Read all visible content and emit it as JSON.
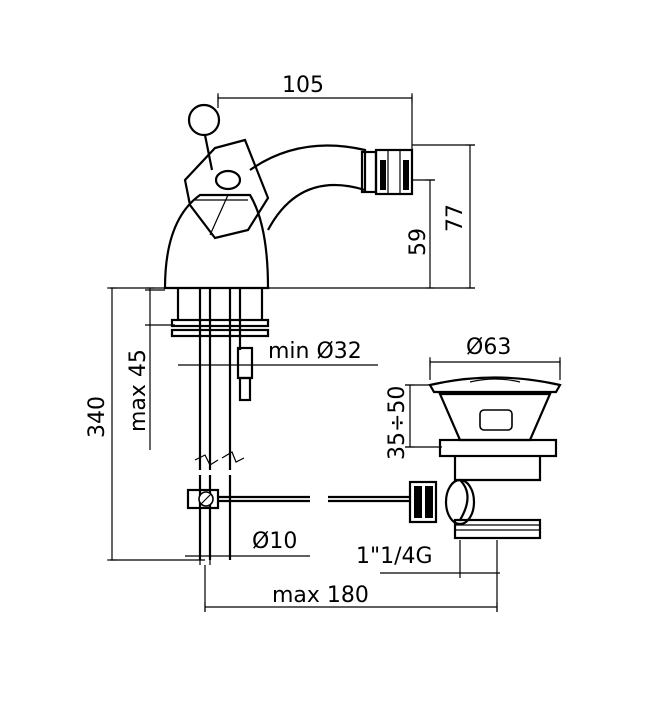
{
  "dimensions": {
    "spout_reach": "105",
    "total_height": "77",
    "outlet_height": "59",
    "hole_min": "min Ø32",
    "deck_max": "max 45",
    "shank_length": "340",
    "drain_flange": "Ø63",
    "drain_range": "35÷50",
    "rod_diameter": "Ø10",
    "drain_thread": "1\"1/4G",
    "rod_length": "max 180"
  }
}
